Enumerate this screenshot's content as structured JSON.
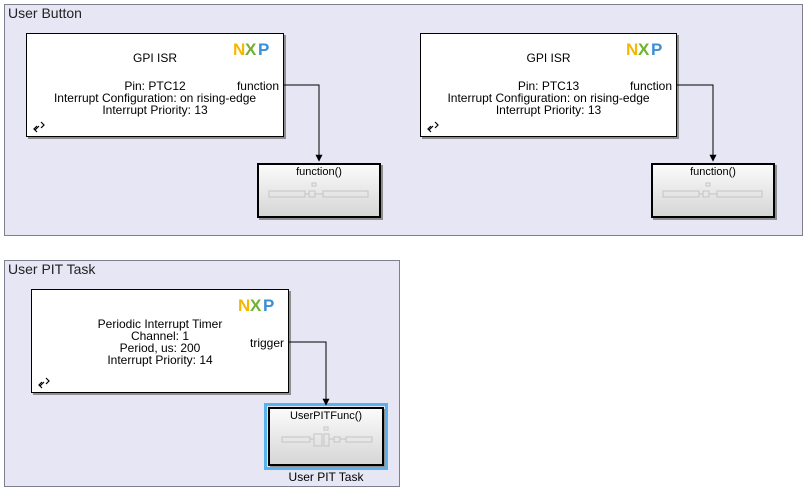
{
  "areas": {
    "user_button": {
      "title": "User Button"
    },
    "user_pit": {
      "title": "User PIT Task"
    }
  },
  "gpi_left": {
    "name": "GPI ISR",
    "pin": "Pin: PTC12",
    "interrupt_config": "Interrupt Configuration: on rising-edge",
    "interrupt_priority": "Interrupt Priority: 13",
    "output_port": "function"
  },
  "gpi_right": {
    "name": "GPI ISR",
    "pin": "Pin: PTC13",
    "interrupt_config": "Interrupt Configuration: on rising-edge",
    "interrupt_priority": "Interrupt Priority: 13",
    "output_port": "function"
  },
  "func_left": {
    "label": "function()"
  },
  "func_right": {
    "label": "function()"
  },
  "pit": {
    "name": "Periodic Interrupt Timer",
    "channel": "Channel: 1",
    "period": "Period, us: 200",
    "interrupt_priority": "Interrupt Priority: 14",
    "output_port": "trigger"
  },
  "pit_func": {
    "label": "UserPITFunc()",
    "block_name": "User PIT Task"
  },
  "colors": {
    "area_bg": "#e6e6f5",
    "selection": "#58b2ec",
    "nxp_n": "#f5b800",
    "nxp_x": "#6fb22f",
    "nxp_p": "#3a8fd6"
  },
  "icons": [
    "nxp-logo",
    "library-link-icon"
  ]
}
